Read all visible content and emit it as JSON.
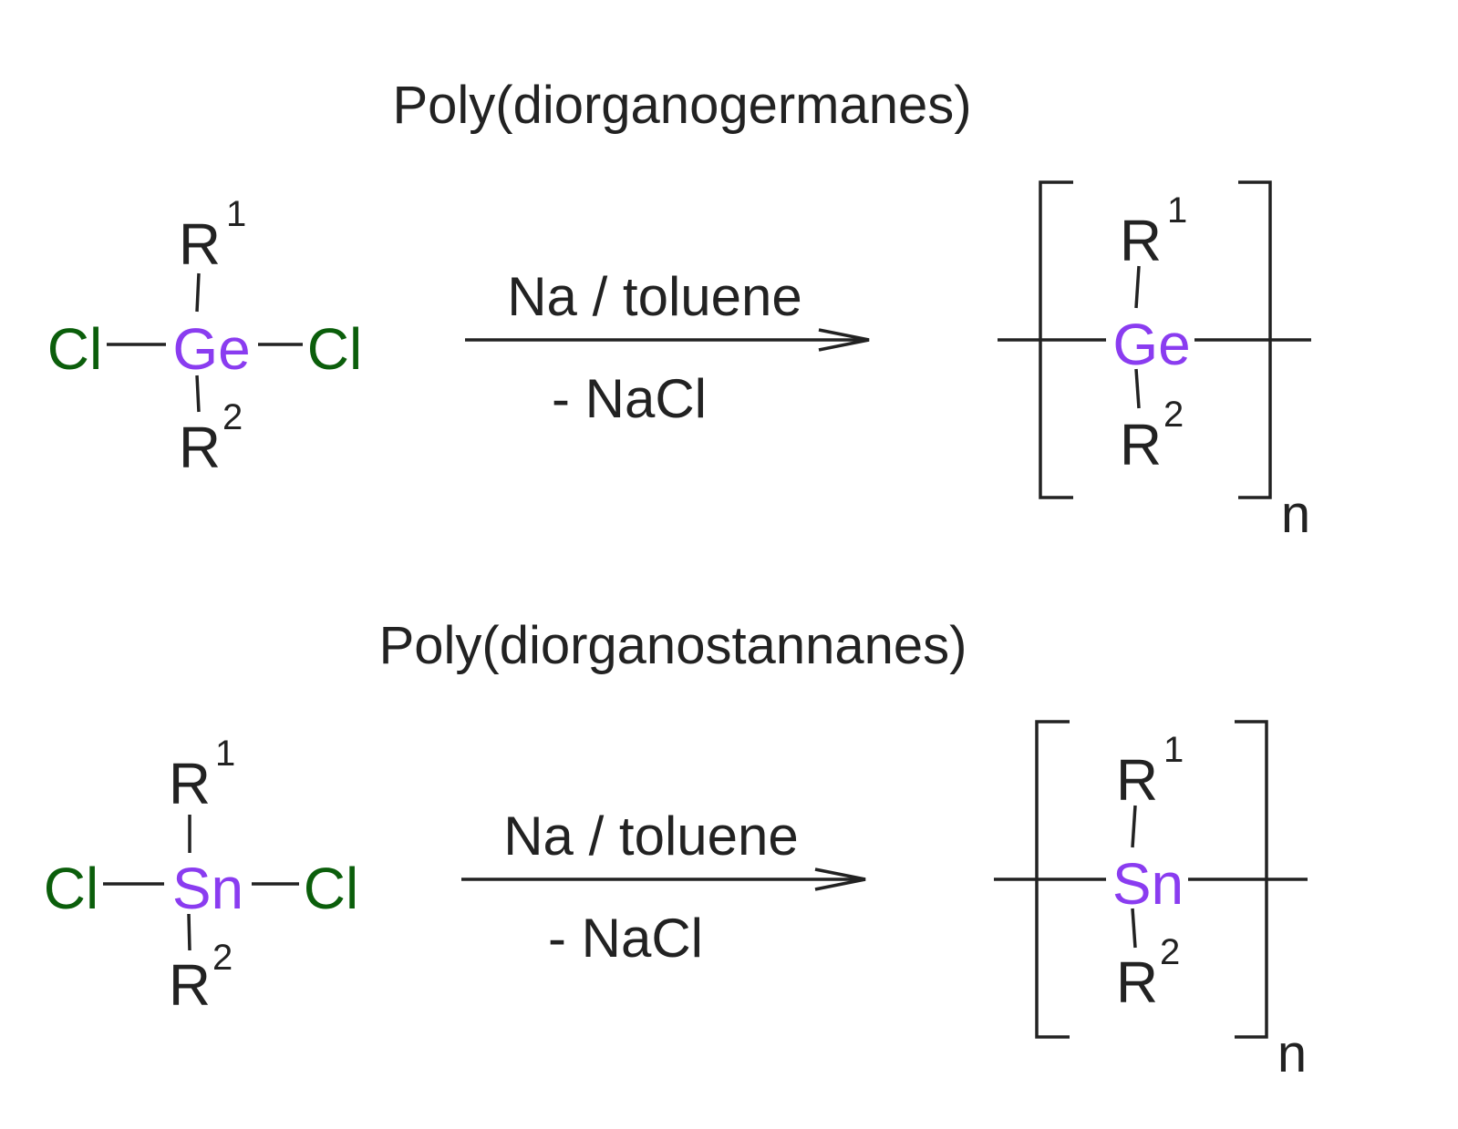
{
  "colors": {
    "text": "#222222",
    "chlorine": "#0b5e0b",
    "metal": "#8a3cf0",
    "bond": "#222222"
  },
  "reactions": [
    {
      "title": "Poly(diorganogermanes)",
      "reactant": {
        "metal": "Ge",
        "halogen_left": "Cl",
        "halogen_right": "Cl",
        "r_top": "R",
        "r_top_sup": "1",
        "r_bottom": "R",
        "r_bottom_sup": "2"
      },
      "condition_above": "Na / toluene",
      "condition_below": "- NaCl",
      "product": {
        "metal": "Ge",
        "r_top": "R",
        "r_top_sup": "1",
        "r_bottom": "R",
        "r_bottom_sup": "2",
        "repeat": "n"
      }
    },
    {
      "title": "Poly(diorganostannanes)",
      "reactant": {
        "metal": "Sn",
        "halogen_left": "Cl",
        "halogen_right": "Cl",
        "r_top": "R",
        "r_top_sup": "1",
        "r_bottom": "R",
        "r_bottom_sup": "2"
      },
      "condition_above": "Na / toluene",
      "condition_below": "- NaCl",
      "product": {
        "metal": "Sn",
        "r_top": "R",
        "r_top_sup": "1",
        "r_bottom": "R",
        "r_bottom_sup": "2",
        "repeat": "n"
      }
    }
  ]
}
